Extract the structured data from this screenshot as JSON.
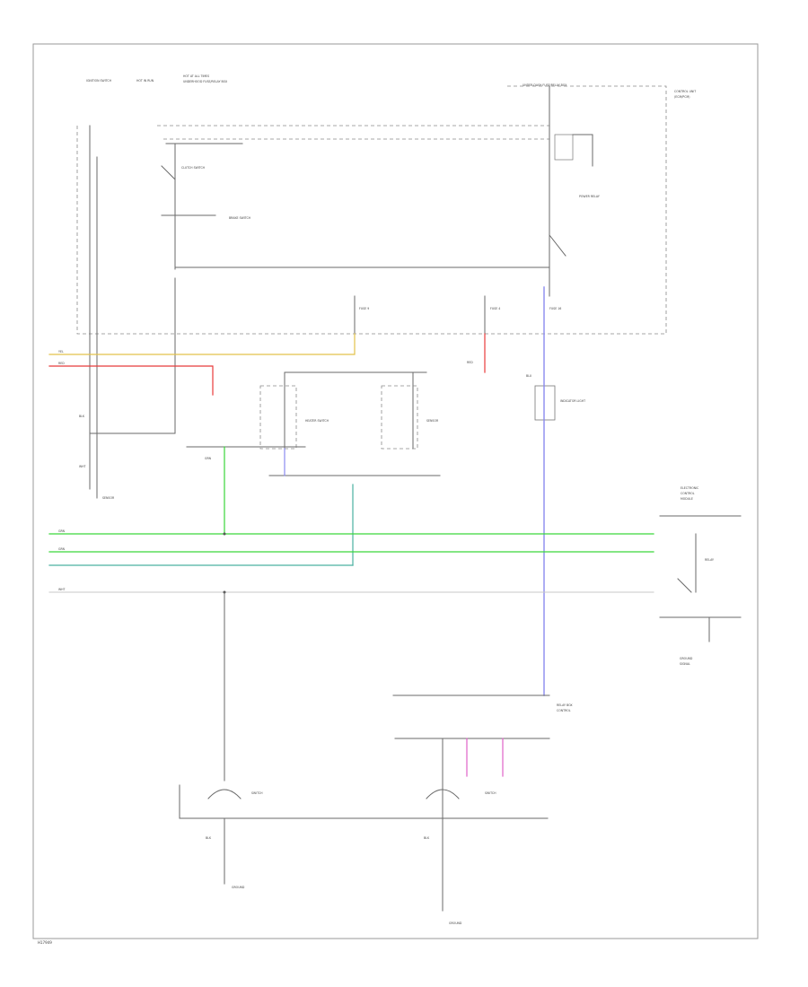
{
  "footer": {
    "code": "H17949"
  },
  "labels": {
    "top_left_1": "IGNITION SWITCH",
    "top_left_2": "HOT IN RUN",
    "top_left_3": "HOT AT ALL TIMES",
    "underhood_fuse": "UNDERHOOD FUSE/RELAY BOX",
    "under_dash_fuse": "UNDER-DASH FUSE/RELAY BOX",
    "controller_1": "CONTROL UNIT",
    "controller_2": "(ECM/PCM)",
    "power_relay": "POWER RELAY",
    "fuse_a": "FUSE 9",
    "fuse_b": "FUSE 4",
    "fuse_c": "FUSE 16",
    "sw_1": "CLUTCH SWITCH",
    "sw_2": "BRAKE SWITCH",
    "sw_3": "HEATER SWITCH",
    "sensor_1": "SENSOR",
    "sensor_2": "SENSOR",
    "indicator": "INDICATOR LIGHT",
    "right_block_1": "ELECTRONIC",
    "right_block_2": "CONTROL",
    "right_block_3": "MODULE",
    "relay_box": "RELAY",
    "bottom_right_1": "GROUND",
    "bottom_right_2": "SIGNAL",
    "bottom_mid_1": "RELAY BOX",
    "bottom_mid_2": "CONTROL",
    "bottom_sw_1": "SWITCH",
    "bottom_sw_2": "SWITCH",
    "ground_1": "GROUND",
    "ground_2": "GROUND",
    "wire_blk": "BLK",
    "wire_wht": "WHT",
    "wire_red": "RED",
    "wire_grn": "GRN",
    "wire_blu": "BLU",
    "wire_yel": "YEL"
  },
  "colors": {
    "yellow_wire": "#e2c24a",
    "red_wire": "#e83a3a",
    "green_wire": "#3ad63a",
    "blue_wire": "#8a8af0",
    "teal_wire": "#4ab0a0",
    "pink_wire": "#e060c8",
    "black_wire": "#6a6a6a"
  }
}
